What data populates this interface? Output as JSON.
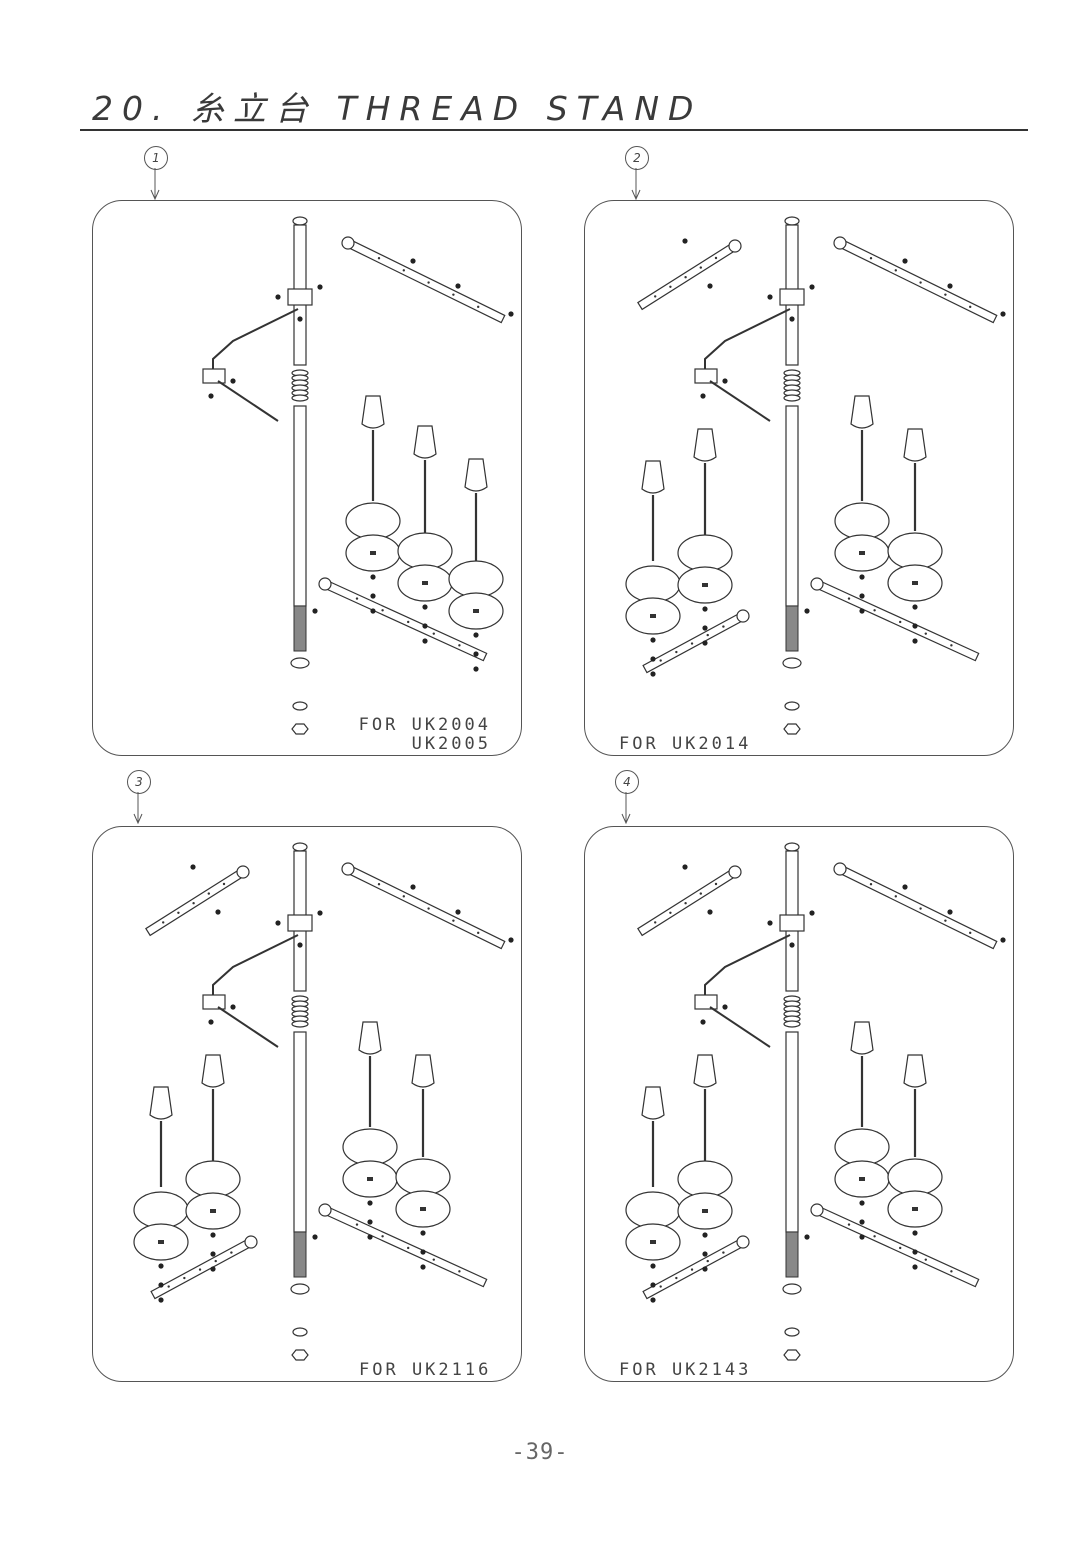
{
  "page": {
    "title": "20. 糸立台  THREAD STAND",
    "page_number": "-39-"
  },
  "panels": [
    {
      "callout": "1",
      "caption_line1": "FOR UK2004",
      "caption_line2": "UK2005",
      "variant": "single-arm"
    },
    {
      "callout": "2",
      "caption_line1": "FOR UK2014",
      "caption_line2": "",
      "variant": "double-arm"
    },
    {
      "callout": "3",
      "caption_line1": "FOR UK2116",
      "caption_line2": "",
      "variant": "double-arm"
    },
    {
      "callout": "4",
      "caption_line1": "FOR UK2143",
      "caption_line2": "",
      "variant": "double-arm"
    }
  ],
  "colors": {
    "ink": "#333333",
    "paper": "#ffffff"
  }
}
